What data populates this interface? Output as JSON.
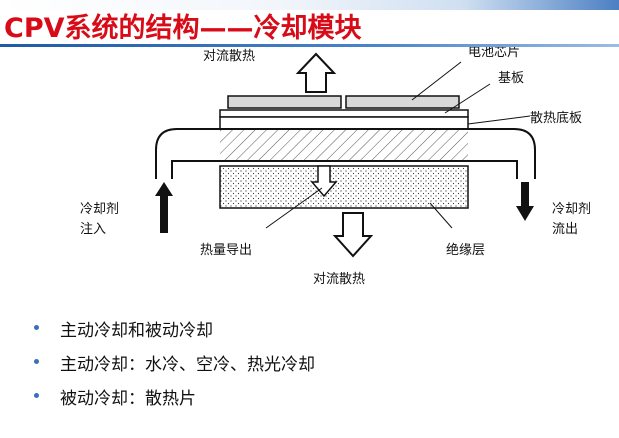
{
  "title": "CPV系统的结构——冷却模块",
  "diagram": {
    "labels": {
      "convection_top": "对流散热",
      "solar_cell": "电池芯片",
      "substrate": "基板",
      "heat_sink_base": "散热底板",
      "coolant_in_line1": "冷却剂",
      "coolant_in_line2": "注入",
      "coolant_out_line1": "冷却剂",
      "coolant_out_line2": "流出",
      "heat_conduction": "热量导出",
      "insulation_layer": "绝缘层",
      "convection_bottom": "对流散热"
    }
  },
  "bullets": [
    "主动冷却和被动冷却",
    "主动冷却：水冷、空冷、热光冷却",
    "被动冷却：散热片"
  ],
  "colors": {
    "title": "#d80c18",
    "accent": "#1f5aa6",
    "bullet": "#3b6fb6"
  }
}
